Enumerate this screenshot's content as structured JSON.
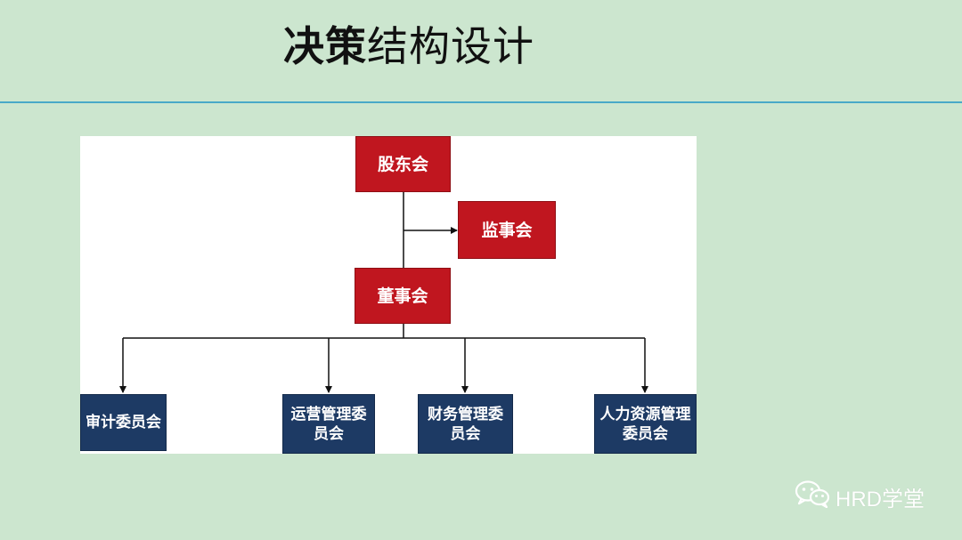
{
  "title": {
    "bold": "决策",
    "rest": "结构设计"
  },
  "org_chart": {
    "shareholders": "股东会",
    "supervisors": "监事会",
    "board": "董事会",
    "committees": [
      {
        "line1": "审计委员会",
        "line2": ""
      },
      {
        "line1": "运营管理委",
        "line2": "员会"
      },
      {
        "line1": "财务管理委",
        "line2": "员会"
      },
      {
        "line1": "人力资源管理",
        "line2": "委员会"
      }
    ],
    "colors": {
      "top_nodes": "#c0161f",
      "committees": "#1d3a64"
    }
  },
  "watermark": {
    "text": "HRD学堂",
    "icon": "wechat-icon"
  }
}
